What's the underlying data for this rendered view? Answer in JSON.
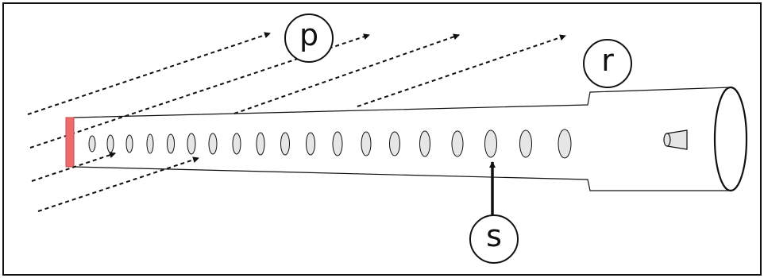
{
  "labels": {
    "p": "p",
    "r": "r",
    "s": "s"
  },
  "icons": [
    "circle-callout-p",
    "circle-callout-r",
    "circle-callout-s",
    "up-arrow",
    "dashed-arrow"
  ],
  "colors": {
    "outline": "#111111",
    "cap": "#f06b6b",
    "cap_border": "#c94a4a",
    "hole_fill": "#e6e6e6",
    "background": "#ffffff"
  }
}
